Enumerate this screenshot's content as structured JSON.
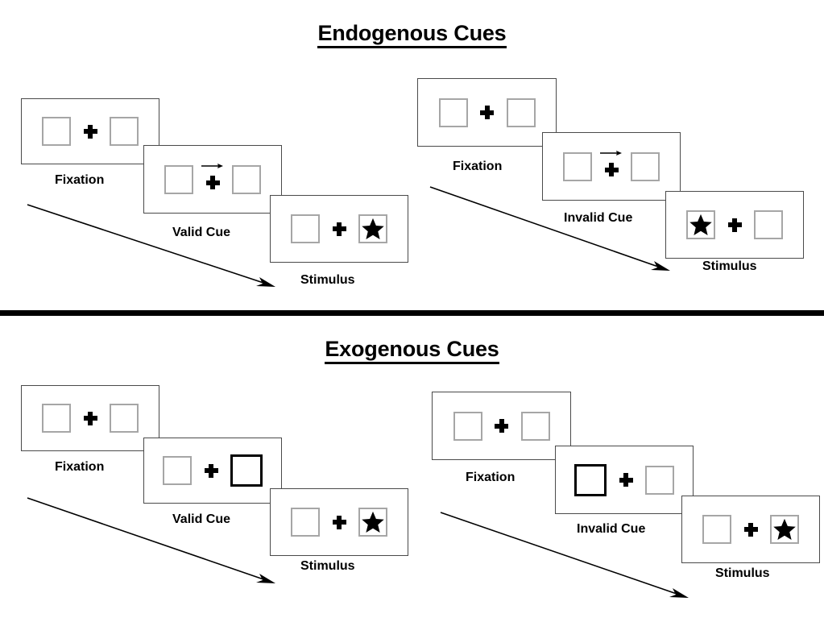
{
  "page": {
    "background": "#ffffff",
    "accent": "#000000",
    "box_border_color": "#a6a6a6",
    "cued_box_border_color": "#000000",
    "panel_border_color": "#4a4a4a"
  },
  "sections": [
    {
      "id": "endogenous",
      "title": "Endogenous Cues",
      "columns": [
        {
          "id": "endogenous-valid",
          "frames": [
            {
              "label": "Fixation",
              "left_box": "empty",
              "right_box": "empty",
              "cue": "none"
            },
            {
              "label": "Valid Cue",
              "left_box": "empty",
              "right_box": "empty",
              "cue": "arrow-right"
            },
            {
              "label": "Stimulus",
              "left_box": "empty",
              "right_box": "star",
              "cue": "none"
            }
          ]
        },
        {
          "id": "endogenous-invalid",
          "frames": [
            {
              "label": "Fixation",
              "left_box": "empty",
              "right_box": "empty",
              "cue": "none"
            },
            {
              "label": "Invalid Cue",
              "left_box": "empty",
              "right_box": "empty",
              "cue": "arrow-right"
            },
            {
              "label": "Stimulus",
              "left_box": "star",
              "right_box": "empty",
              "cue": "none"
            }
          ]
        }
      ]
    },
    {
      "id": "exogenous",
      "title": "Exogenous Cues",
      "columns": [
        {
          "id": "exogenous-valid",
          "frames": [
            {
              "label": "Fixation",
              "left_box": "empty",
              "right_box": "empty",
              "cue": "none"
            },
            {
              "label": "Valid Cue",
              "left_box": "empty",
              "right_box": "highlight",
              "cue": "none"
            },
            {
              "label": "Stimulus",
              "left_box": "empty",
              "right_box": "star",
              "cue": "none"
            }
          ]
        },
        {
          "id": "exogenous-invalid",
          "frames": [
            {
              "label": "Fixation",
              "left_box": "empty",
              "right_box": "empty",
              "cue": "none"
            },
            {
              "label": "Invalid Cue",
              "left_box": "highlight",
              "right_box": "empty",
              "cue": "none"
            },
            {
              "label": "Stimulus",
              "left_box": "empty",
              "right_box": "star",
              "cue": "none"
            }
          ]
        }
      ]
    }
  ],
  "icons": {
    "star": "star-icon",
    "fixation_cross": "fixation-cross-icon",
    "cue_arrow": "arrow-right-icon",
    "timeline": "timeline-arrow-icon"
  }
}
